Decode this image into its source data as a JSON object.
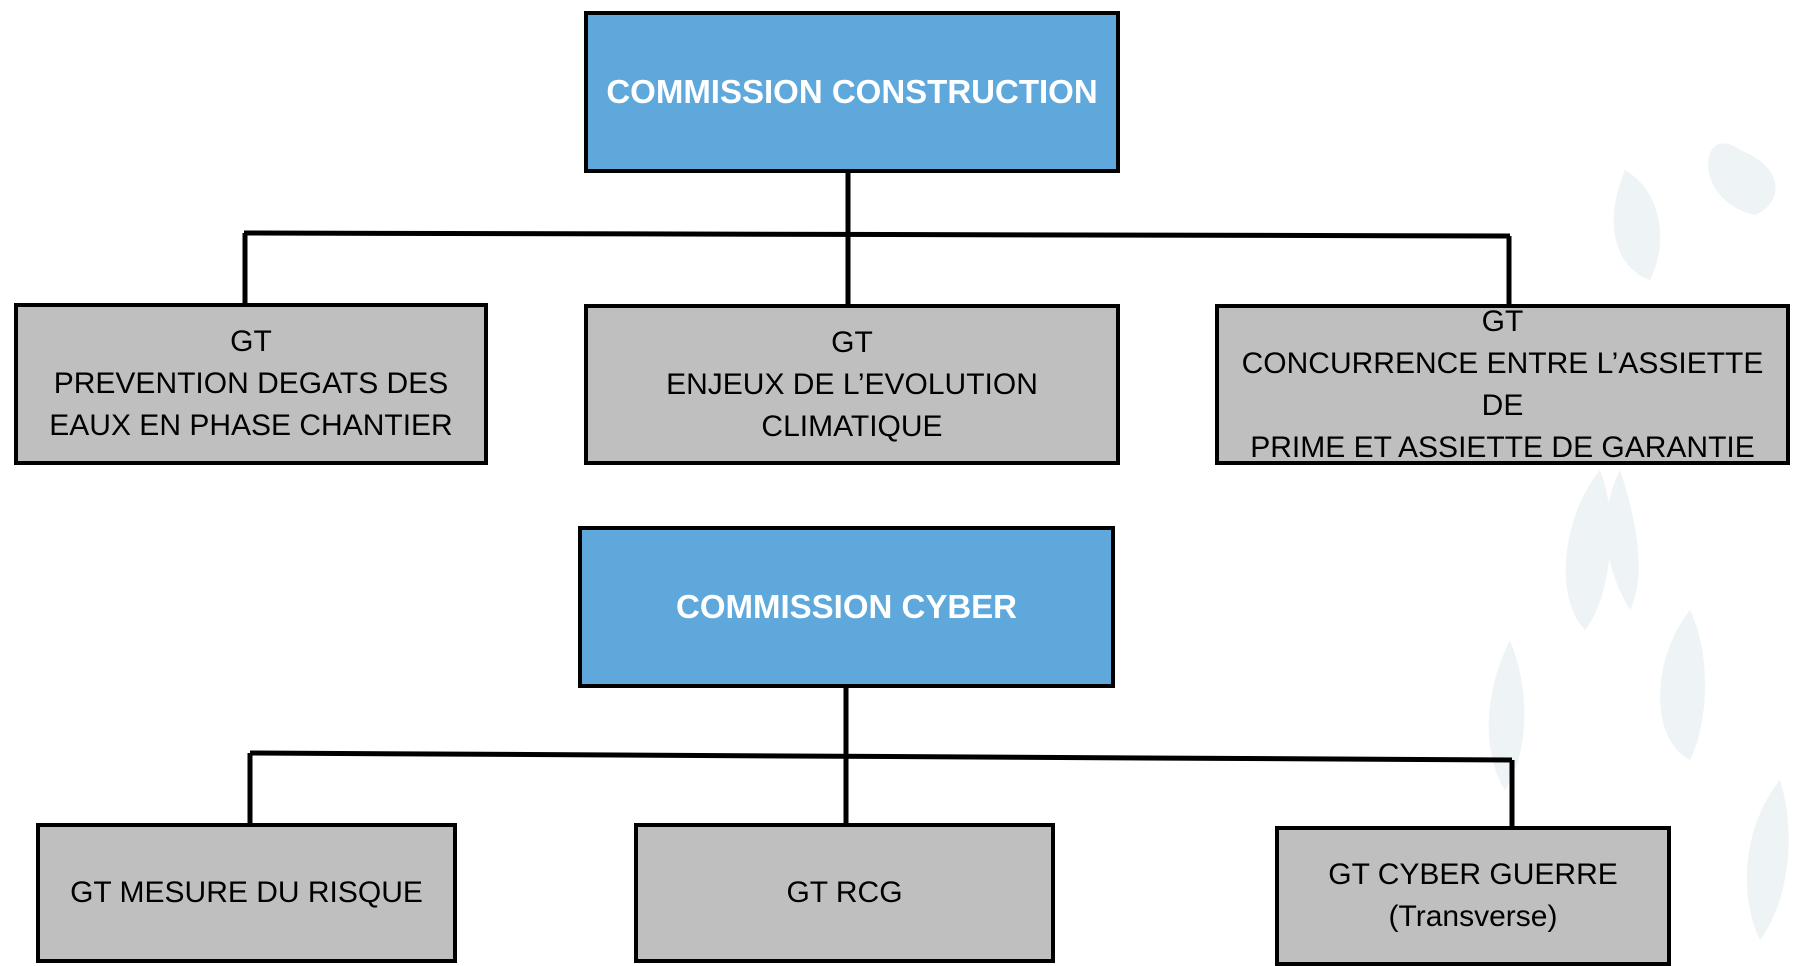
{
  "colors": {
    "commission_fill": "#5fa8dc",
    "gt_fill": "#bfbfbf",
    "border": "#000000",
    "commission_text": "#ffffff",
    "decor_leaf": "#eef4f5"
  },
  "construction": {
    "title": "COMMISSION CONSTRUCTION",
    "groups": [
      {
        "lines": [
          "GT",
          "PREVENTION DEGATS DES",
          "EAUX EN PHASE CHANTIER"
        ]
      },
      {
        "lines": [
          "GT",
          "ENJEUX DE L’EVOLUTION",
          "CLIMATIQUE"
        ]
      },
      {
        "lines": [
          "GT",
          "CONCURRENCE ENTRE L’ASSIETTE DE",
          "PRIME ET ASSIETTE DE GARANTIE"
        ]
      }
    ]
  },
  "cyber": {
    "title": "COMMISSION CYBER",
    "groups": [
      {
        "lines": [
          "GT MESURE DU RISQUE"
        ]
      },
      {
        "lines": [
          "GT RCG"
        ]
      },
      {
        "lines": [
          "GT CYBER GUERRE",
          "(Transverse)"
        ]
      }
    ]
  }
}
